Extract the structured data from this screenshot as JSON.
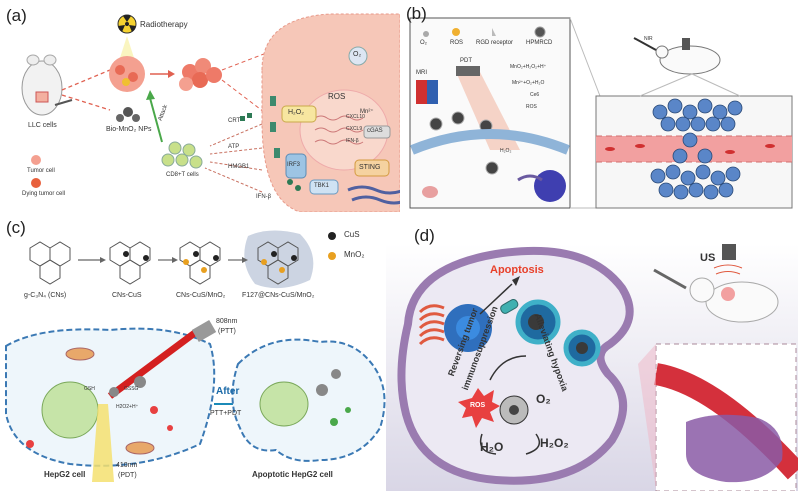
{
  "panel_a": {
    "label": "(a)",
    "radiotherapy": "Radiotherapy",
    "llc_cells": "LLC cells",
    "bio_nps": "Bio-MnO₂ NPs",
    "attack": "Attack",
    "tumor_cell": "Tumor cell",
    "dying_tumor_cell": "Dying tumor cell",
    "cd8": "CD8+T cells",
    "crt": "CRT",
    "atp": "ATP",
    "hmgb1": "HMGB1",
    "ifn": "IFN-β",
    "h2o2": "H₂O₂",
    "ros": "ROS",
    "o2": "O₂",
    "mn": "Mn²⁺",
    "cgas": "cGAS",
    "sting": "STING",
    "tbk1": "TBK1",
    "irf3": "IRF3",
    "genes": [
      "CXCL10",
      "CXCL9",
      "IFN-β"
    ]
  },
  "panel_b": {
    "label": "(b)",
    "legend": [
      "O₂",
      "ROS",
      "RGD receptor",
      "HPMRCD"
    ],
    "mri": "MRI",
    "pdt": "PDT",
    "eq1": "MnO₂+H₂O₂+H⁺",
    "eq2": "Mn²⁺+O₂+H₂O",
    "ce6": "Ce6",
    "ros2": "ROS",
    "nir": "NIR",
    "h2o2": "H₂O₂"
  },
  "panel_c": {
    "label": "(c)",
    "legend": [
      "CuS",
      "MnO₂"
    ],
    "steps": [
      "g-C₃N₄ (CNs)",
      "CNs-CuS",
      "CNs-CuS/MnO₂",
      "F127@CNs-CuS/MnO₂"
    ],
    "laser808": "808nm",
    "ptt": "(PTT)",
    "laser410": "410nm",
    "pdt": "(PDT)",
    "after": "After",
    "ptt_pdt": "PTT+PDT",
    "hepg2": "HepG2 cell",
    "apoptotic": "Apoptotic HepG2 cell",
    "gsh": "GSH",
    "gssg": "GSSG",
    "h2o2mn": "H2O2+H⁺"
  },
  "panel_d": {
    "label": "(d)",
    "us": "US",
    "apoptosis": "Apoptosis",
    "reversing": "Reversing tumor",
    "immuno": "immunosuppression",
    "alleviating": "Alleviating hypoxia",
    "o2": "O₂",
    "h2o2": "H₂O₂",
    "h2o": "H₂O",
    "ros": "ROS"
  },
  "colors": {
    "tumor_pink": "#f6c7b8",
    "apoptosis_red": "#e8402a",
    "vessel_red": "#d9505a",
    "cell_blue": "#4d86c6",
    "purple_bg": "#8a6f9e",
    "magenta": "#e0579a"
  }
}
